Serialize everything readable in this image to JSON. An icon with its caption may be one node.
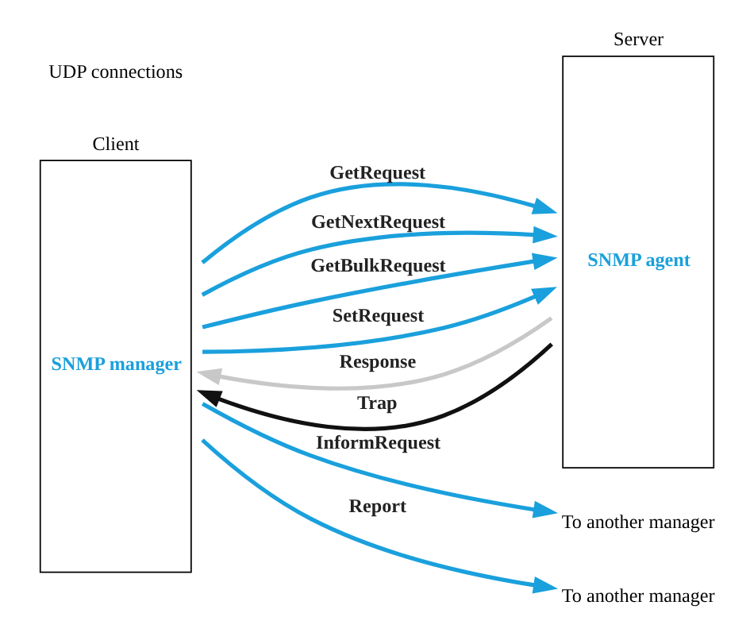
{
  "diagram": {
    "nodes": [
      {
        "text": [
          "Client",
          "SNMP manager"
        ]
      },
      {
        "text": [
          "Server",
          "SNMP agent"
        ]
      },
      {
        "text": [
          "To another manager"
        ]
      },
      {
        "text": [
          "To another manager"
        ]
      }
    ],
    "edges": [
      {
        "from": 0,
        "to": 1,
        "arrow": "to",
        "label": "GetRequest"
      },
      {
        "from": 0,
        "to": 1,
        "arrow": "to",
        "label": "GetNextRequest"
      },
      {
        "from": 0,
        "to": 1,
        "arrow": "to",
        "label": "GetBulkRequest"
      },
      {
        "from": 0,
        "to": 1,
        "arrow": "to",
        "label": "SetRequest"
      },
      {
        "from": 1,
        "to": 0,
        "arrow": "to",
        "label": "Response",
        "color": "#c8c8c8"
      },
      {
        "from": 1,
        "to": 0,
        "arrow": "to",
        "label": "Trap",
        "color": "#111111"
      },
      {
        "from": 0,
        "to": 2,
        "arrow": "to",
        "label": "InformRequest"
      },
      {
        "from": 0,
        "to": 3,
        "arrow": "to",
        "label": "Report"
      }
    ],
    "labels": [
      "UDP connections"
    ]
  }
}
